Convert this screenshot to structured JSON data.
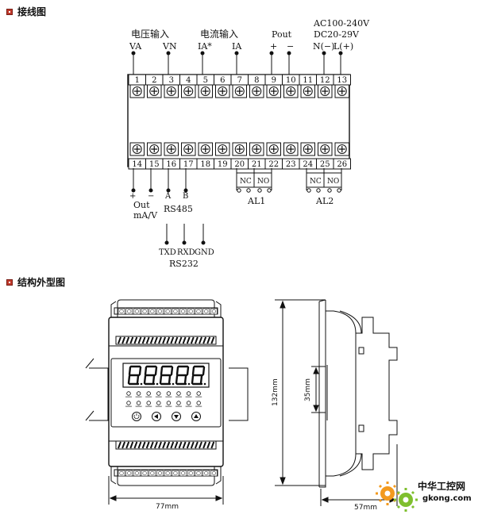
{
  "sections": {
    "wiring_title": "接线图",
    "outline_title": "结构外型图"
  },
  "wiring": {
    "labels": {
      "voltage_input": "电压输入",
      "current_input": "电流输入",
      "va": "VA",
      "vn": "VN",
      "ia_star": "IA*",
      "ia": "IA",
      "pout": "Pout",
      "pout_plus": "+",
      "pout_minus": "−",
      "ac_supply": "AC100-240V",
      "dc_supply": "DC20-29V",
      "n_minus": "N(−)",
      "l_plus": "L(+)",
      "out_plus": "+",
      "out_minus": "−",
      "a": "A",
      "b": "B",
      "out": "Out",
      "ma_v": "mA/V",
      "rs485": "RS485",
      "txd": "TXD",
      "rxd": "RXD",
      "gnd": "GND",
      "rs232": "RS232",
      "nc": "NC",
      "no": "NO",
      "al1": "AL1",
      "al2": "AL2"
    },
    "top_terminals": [
      "1",
      "2",
      "3",
      "4",
      "5",
      "6",
      "7",
      "8",
      "9",
      "10",
      "11",
      "12",
      "13"
    ],
    "bottom_terminals": [
      "14",
      "15",
      "16",
      "17",
      "18",
      "19",
      "20",
      "21",
      "22",
      "23",
      "24",
      "25",
      "26"
    ]
  },
  "outline": {
    "width_label": "77mm",
    "height_label": "132mm",
    "depth_label": "57mm",
    "rail_label": "35mm",
    "display_digits": [
      "8.",
      "8.",
      "8.",
      "8.",
      "8."
    ]
  },
  "watermark": {
    "brand": "中华工控网",
    "domain": "gkong.com"
  }
}
